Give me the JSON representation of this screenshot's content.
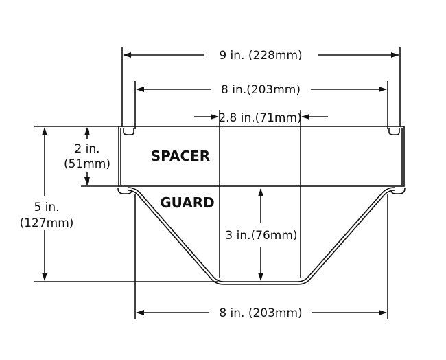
{
  "labels": {
    "spacer": "SPACER",
    "guard": "GUARD"
  },
  "dimensions": {
    "overall_width": "9 in. (228mm)",
    "inner_width_top": "8 in.(203mm)",
    "center_width": "2.8 in.(71mm)",
    "spacer_height_in": "2 in.",
    "spacer_height_mm": "(51mm)",
    "total_height_in": "5 in.",
    "total_height_mm": "(127mm)",
    "guard_depth": "3 in.(76mm)",
    "bottom_width": "8 in. (203mm)"
  },
  "colors": {
    "line": "#111111",
    "background": "#ffffff"
  }
}
